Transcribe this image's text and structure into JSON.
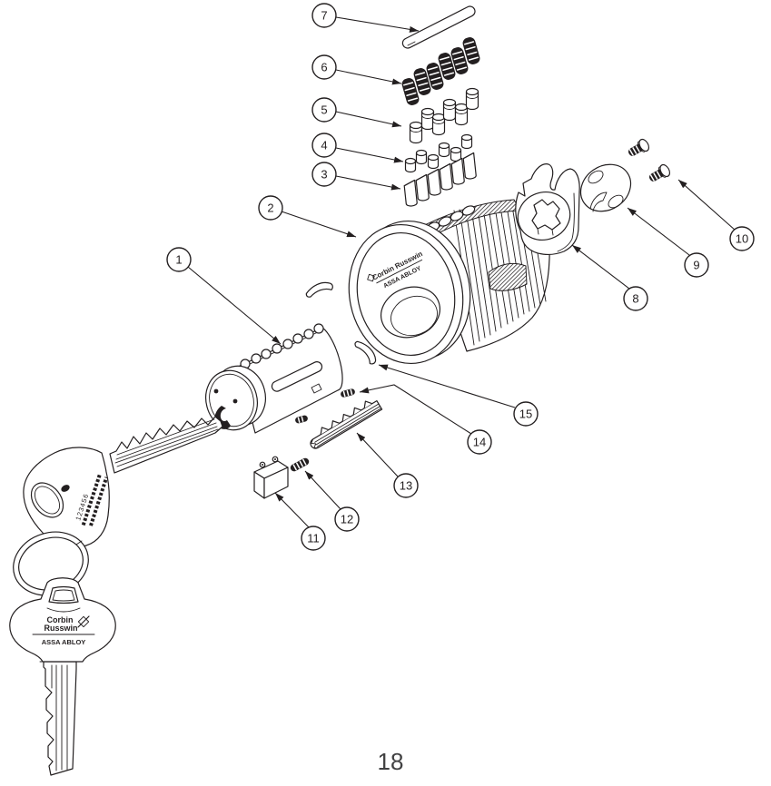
{
  "page": {
    "number": "18"
  },
  "colors": {
    "ink": "#231f20",
    "background": "#ffffff",
    "page_number": "#414142"
  },
  "callouts": [
    {
      "n": "1"
    },
    {
      "n": "2"
    },
    {
      "n": "3"
    },
    {
      "n": "4"
    },
    {
      "n": "5"
    },
    {
      "n": "6"
    },
    {
      "n": "7"
    },
    {
      "n": "8"
    },
    {
      "n": "9"
    },
    {
      "n": "10"
    },
    {
      "n": "11"
    },
    {
      "n": "12"
    },
    {
      "n": "13"
    },
    {
      "n": "14"
    },
    {
      "n": "15"
    }
  ],
  "branding": {
    "cylinder_face_brand": "Corbin Russwin",
    "cylinder_face_group": "ASSA ABLOY",
    "key_bow_brand_line1": "Corbin",
    "key_bow_brand_line2": "Russwin",
    "key_bow_group": "ASSA ABLOY",
    "key_stamp_code": "123456"
  }
}
